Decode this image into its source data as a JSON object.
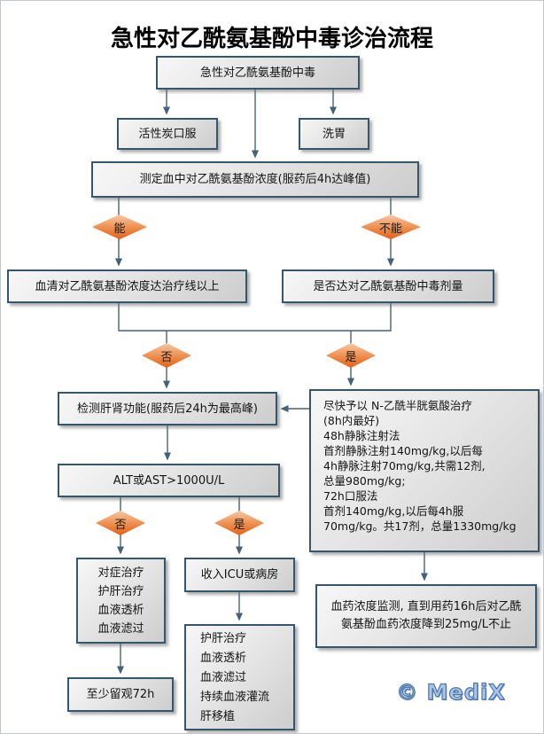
{
  "page": {
    "title": "急性对乙酰氨基酚中毒诊治流程",
    "watermark": "© MediX"
  },
  "colors": {
    "box_border": "#35576d",
    "box_fill_light": "#f7f7f7",
    "box_fill_dark": "#cdcdcd",
    "diamond_orange_light": "#f7c9a4",
    "diamond_orange_dark": "#e26119",
    "connector": "#45627a",
    "watermark_fill": "#aac5e8",
    "watermark_outline": "#4e76a8"
  },
  "nodes": {
    "top": "急性对乙酰氨基酚中毒",
    "charcoal": "活性炭口服",
    "lavage": "洗胃",
    "measure": "测定血中对乙酰氨基酚浓度(服药后4h达峰值)",
    "serum": "血清对乙酰氨基酚浓度达治疗线以上",
    "dose": "是否达对乙酰氨基酚中毒剂量",
    "liver_check": "检测肝肾功能(服药后24h为最高峰)",
    "alt": "ALT或AST>1000U/L",
    "observe": "至少留观72h",
    "icu": "收入ICU或病房",
    "monitor": "血药浓度监测, 直到用药16h后对乙酰氨基酚血药浓度降到25mg/L不止",
    "nac_lines": [
      "尽快予以 N-乙酰半胱氨酸治疗",
      "(8h内最好)",
      "48h静脉注射法",
      "首剂静脉注射140mg/kg,以后每",
      "4h静脉注射70mg/kg,共需12剂,",
      "总量980mg/kg;",
      "72h口服法",
      "首剂140mg/kg,以后每4h服",
      "70mg/kg。共17剂，总量1330mg/kg"
    ],
    "symptomatic_lines": [
      "对症治疗",
      "护肝治疗",
      "血液透析",
      "血液滤过"
    ],
    "icu_treatment_lines": [
      "护肝治疗",
      "血液透析",
      "血液滤过",
      "持续血液灌流",
      "肝移植"
    ]
  },
  "decisions": {
    "can": "能",
    "cannot": "不能",
    "no1": "否",
    "yes1": "是",
    "no2": "否",
    "yes2": "是"
  }
}
